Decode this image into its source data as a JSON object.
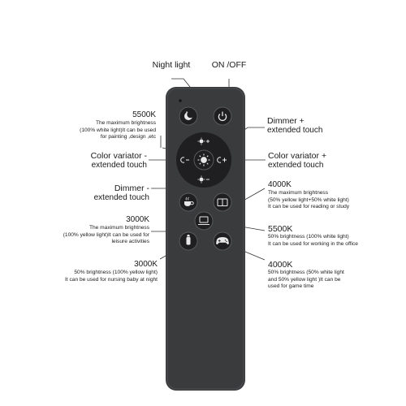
{
  "top": {
    "night_light": "Night light",
    "on_off": "ON /OFF"
  },
  "left": {
    "k5500_title": "5500K",
    "k5500_lines": [
      "The maximum brightness",
      "(100% white light)It can be used",
      "for painting ,design ,etc"
    ],
    "color_minus_lines": [
      "Color variator -",
      "extended touch"
    ],
    "dimmer_minus_lines": [
      "Dimmer -",
      "extended touch"
    ],
    "k3000a_title": "3000K",
    "k3000a_lines": [
      "The maximum brightness",
      "(100% yellow light)It can be used for",
      "leisure activities"
    ],
    "k3000b_title": "3000K",
    "k3000b_lines": [
      "50% brightness (100% yellow light)",
      "It can be used for nursing baby at night"
    ]
  },
  "right": {
    "dimmer_plus_lines": [
      "Dimmer +",
      "extended touch"
    ],
    "color_plus_lines": [
      "Color variator +",
      "extended touch"
    ],
    "k4000a_title": "4000K",
    "k4000a_lines": [
      "The maximum brightness",
      "(50% yellow light+50% white light)",
      "It can be used for reading or study"
    ],
    "k5500b_title": "5500K",
    "k5500b_lines": [
      "50% brightness (100% white light)",
      "It can be used for working in the office"
    ],
    "k4000b_title": "4000K",
    "k4000b_lines": [
      "50% brightness (50% white light",
      "and 50% yellow light )It can be",
      "used for game time"
    ]
  },
  "remote": {
    "body_color": "#3a3b3d",
    "button_color": "#1f1f21",
    "icon_color": "#e8e8e8",
    "buttons": [
      {
        "name": "night-light-button",
        "icon": "moon-icon"
      },
      {
        "name": "power-button",
        "icon": "power-icon"
      },
      {
        "name": "dimmer-plus-button",
        "icon": "sun-plus-icon"
      },
      {
        "name": "color-minus-button",
        "icon": "color-minus-icon"
      },
      {
        "name": "center-brightness-button",
        "icon": "sun-icon"
      },
      {
        "name": "color-plus-button",
        "icon": "color-plus-icon"
      },
      {
        "name": "dimmer-minus-button",
        "icon": "sun-minus-icon"
      },
      {
        "name": "leisure-button",
        "icon": "coffee-cup-icon"
      },
      {
        "name": "reading-button",
        "icon": "book-icon"
      },
      {
        "name": "office-button",
        "icon": "laptop-icon"
      },
      {
        "name": "nursing-button",
        "icon": "baby-bottle-icon"
      },
      {
        "name": "game-button",
        "icon": "gamepad-icon"
      }
    ]
  }
}
